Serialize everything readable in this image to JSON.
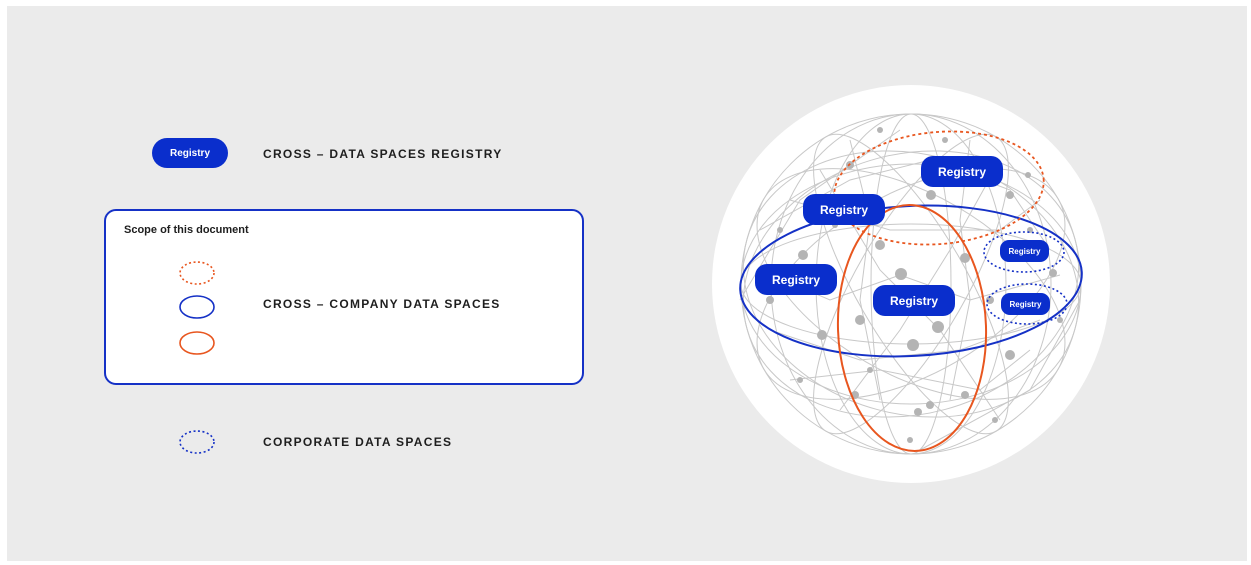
{
  "legend": {
    "registry_badge": "Registry",
    "registry_label": "CROSS – DATA SPACES REGISTRY",
    "scope_title": "Scope of this document",
    "cross_company_label": "CROSS – COMPANY DATA SPACES",
    "corporate_label": "CORPORATE DATA SPACES"
  },
  "globe": {
    "registries": [
      "Registry",
      "Registry",
      "Registry",
      "Registry",
      "Registry",
      "Registry"
    ]
  },
  "colors": {
    "registry_blue": "#0a2ecc",
    "outline_blue": "#1531c6",
    "orange": "#e8561f",
    "background": "#ebebeb",
    "node_gray": "#b4b4b4"
  },
  "icons": {
    "dotted_orange": "dotted-orange-ellipse-icon",
    "solid_blue": "solid-blue-ellipse-icon",
    "solid_orange": "solid-orange-ellipse-icon",
    "dotted_blue": "dotted-blue-ellipse-icon"
  }
}
